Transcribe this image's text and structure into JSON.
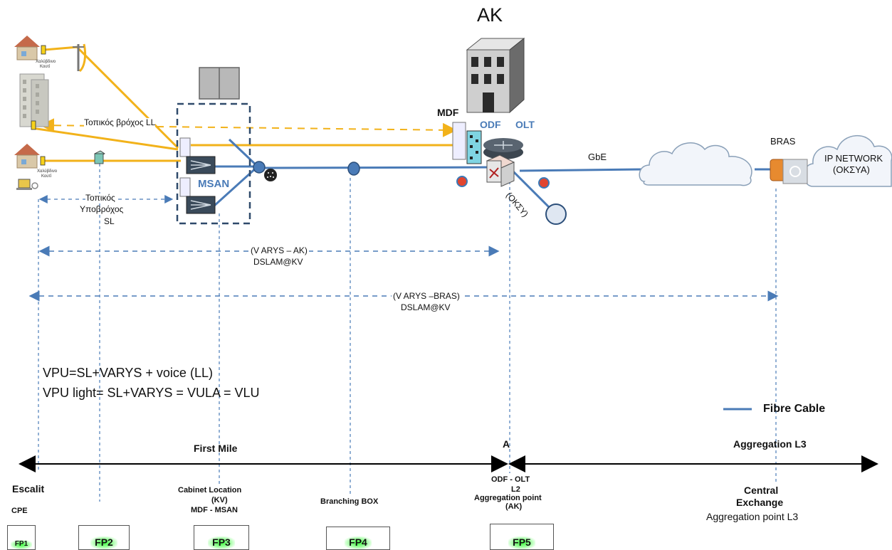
{
  "title": "AK",
  "labels": {
    "mdf": "MDF",
    "odf": "ODF",
    "olt": "OLT",
    "msan": "MSAN",
    "gbe": "GbE",
    "bras": "BRAS",
    "ip_network_1": "IP NETWORK",
    "ip_network_2": "(ΟΚΣΥΑ)",
    "oksy": "(ΟΚΣΥ)",
    "local_loop": "Τοπικός βρόχος LL",
    "subloop_1": "Τοπικός",
    "subloop_2": "Υποβρόχος",
    "subloop_3": "SL",
    "house_small_1": "Χαλύβδινο",
    "house_small_2": "Κουτί",
    "vary_ak_1": "(V ARYS – AK)",
    "vary_ak_2": "DSLAM@KV",
    "vary_bras_1": "(V ARYS –BRAS)",
    "vary_bras_2": "DSLAM@KV"
  },
  "formulas": {
    "line1": "VPU=SL+VARYS + voice (LL)",
    "line2": "VPU light= SL+VARYS = VULA = VLU"
  },
  "legend": {
    "fibre_cable": "Fibre Cable",
    "fibre_color": "#4a7bb7",
    "copper_color": "#f2b21a"
  },
  "segments": {
    "first_mile": "First Mile",
    "a": "A",
    "aggregation_l3": "Aggregation L3"
  },
  "points": {
    "escalit": "Escalit",
    "cpe": "CPE",
    "cabinet_1": "Cabinet Location",
    "cabinet_2": "(KV)",
    "cabinet_3": "MDF - MSAN",
    "branching": "Branching BOX",
    "odf_olt_1": "ODF - OLT",
    "odf_olt_2": "L2",
    "odf_olt_3": "Aggregation point",
    "odf_olt_4": "(AK)",
    "central_1": "Central",
    "central_2": "Exchange",
    "central_3": "Aggregation point L3"
  },
  "fp": [
    "FP1",
    "FP2",
    "FP3",
    "FP4",
    "FP5"
  ]
}
